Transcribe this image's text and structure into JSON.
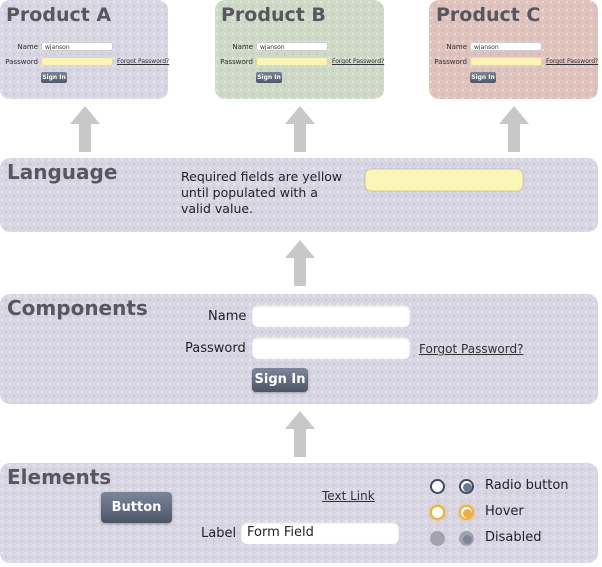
{
  "products": [
    {
      "title": "Product A",
      "name_label": "Name",
      "name_value": "wjanson",
      "password_label": "Password",
      "forgot_link": "Forgot Password?",
      "signin_label": "Sign In"
    },
    {
      "title": "Product B",
      "name_label": "Name",
      "name_value": "wjanson",
      "password_label": "Password",
      "forgot_link": "Forgot Password?",
      "signin_label": "Sign In"
    },
    {
      "title": "Product C",
      "name_label": "Name",
      "name_value": "wjanson",
      "password_label": "Password",
      "forgot_link": "Forgot Password?",
      "signin_label": "Sign In"
    }
  ],
  "language": {
    "title": "Language",
    "description": "Required fields are yellow until populated with a valid value."
  },
  "components": {
    "title": "Components",
    "name_label": "Name",
    "password_label": "Password",
    "forgot_link": "Forgot Password?",
    "signin_label": "Sign In"
  },
  "elements": {
    "title": "Elements",
    "button_label": "Button",
    "text_link": "Text Link",
    "field_label": "Label",
    "field_value": "Form Field",
    "radio_label": "Radio button",
    "hover_label": "Hover",
    "disabled_label": "Disabled"
  },
  "colors": {
    "panel": "#d9d6e3",
    "panel_b": "#cfdac6",
    "panel_c": "#e1c3bd",
    "required_yellow": "#fbf6b6",
    "button": "#5d6677",
    "hover_orange": "#f0b33a",
    "arrow": "#c8c8c8"
  }
}
